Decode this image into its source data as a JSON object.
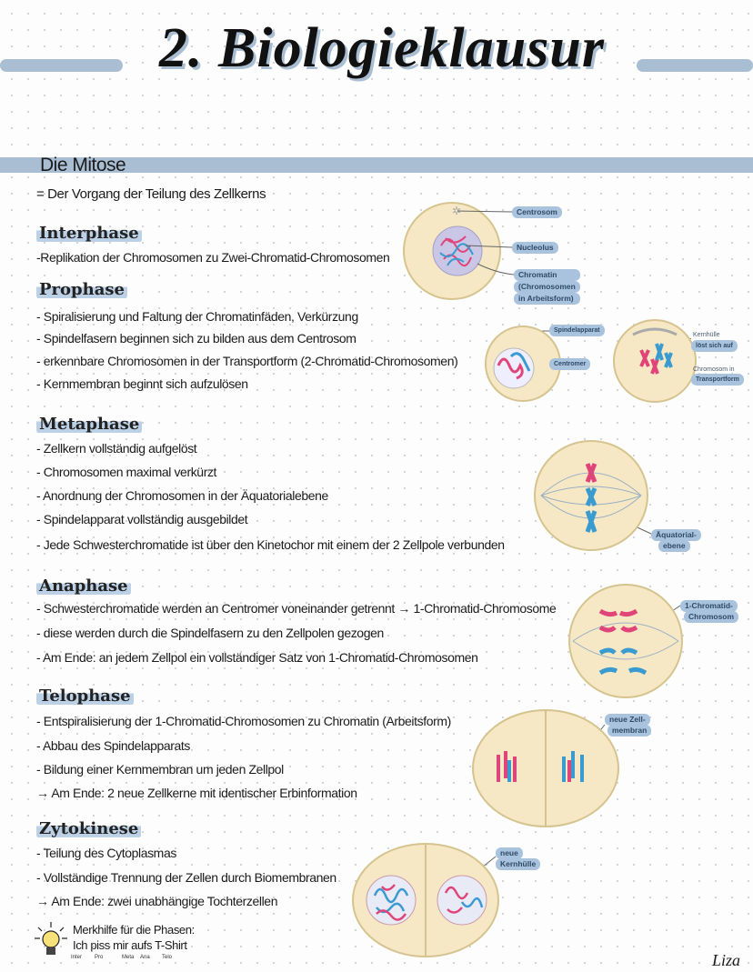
{
  "title": "2. Biologieklausur",
  "topic": "Die Mitose",
  "definition": "= Der Vorgang der Teilung des Zellkerns",
  "sections": [
    {
      "heading": "Interphase",
      "lines": [
        "-Replikation der Chromosomen zu Zwei-Chromatid-Chromosomen"
      ]
    },
    {
      "heading": "Prophase",
      "lines": [
        "- Spiralisierung und Faltung der Chromatinfäden, Verkürzung",
        "- Spindelfasern beginnen sich zu bilden aus dem Centrosom",
        "- erkennbare Chromosomen in der Transportform (2-Chromatid-Chromosomen)",
        "- Kernmembran beginnt sich aufzulösen"
      ]
    },
    {
      "heading": "Metaphase",
      "lines": [
        "- Zellkern vollständig aufgelöst",
        "- Chromosomen maximal verkürzt",
        "- Anordnung der Chromosomen in der Äquatorialebene",
        "- Spindelapparat vollständig ausgebildet",
        "- Jede Schwesterchromatide ist über den Kinetochor mit einem der 2 Zellpole verbunden"
      ]
    },
    {
      "heading": "Anaphase",
      "lines": [
        "- Schwesterchromatide werden an Centromer voneinander getrennt → 1-Chromatid-Chromosome",
        "- diese werden durch die Spindelfasern zu den Zellpolen gezogen",
        "- Am Ende: an jedem Zellpol ein vollständiger Satz von 1-Chromatid-Chromosomen"
      ]
    },
    {
      "heading": "Telophase",
      "lines": [
        "- Entspiralisierung der 1-Chromatid-Chromosomen zu Chromatin (Arbeitsform)",
        "- Abbau des Spindelapparats",
        "- Bildung einer Kernmembran um jeden Zellpol",
        "→ Am Ende: 2 neue Zellkerne mit identischer Erbinformation"
      ]
    },
    {
      "heading": "Zytokinese",
      "lines": [
        "- Teilung des Cytoplasmas",
        "- Vollständige Trennung der Zellen durch Biomembranen",
        "→ Am Ende: zwei unabhängige Tochterzellen"
      ]
    }
  ],
  "mnemonic": {
    "icon": "lightbulb-icon",
    "title": "Merkhilfe für die Phasen:",
    "phrase": "Ich piss mir aufs T-Shirt",
    "hints": [
      "Inter",
      "Pro",
      "Meta",
      "Ana",
      "Telo"
    ]
  },
  "diagram_labels": {
    "centrosom": "Centrosom",
    "nucleolus": "Nucleolus",
    "chromatin": "Chromatin",
    "chromatin_sub1": "(Chromosomen",
    "chromatin_sub2": "in Arbeitsform)",
    "spindelapparat": "Spindelapparat",
    "centromer": "Centromer",
    "kernhuelle1": "Kernhülle",
    "kernhuelle2": "löst sich auf",
    "chromosom1": "Chromosom in",
    "chromosom2": "Transportform",
    "aequatorial1": "Äquatorial-",
    "aequatorial2": "ebene",
    "ein_chromatid1": "1-Chromatid-",
    "ein_chromatid2": "Chromosom",
    "zellmembran1": "neue Zell-",
    "zellmembran2": "membran",
    "kernhuelle_neu1": "neue",
    "kernhuelle_neu2": "Kernhülle"
  },
  "signature": "Liza",
  "colors": {
    "accent": "#a9bdd3",
    "cell": "#f6e8c4",
    "chromosome_red": "#e0457a",
    "chromosome_blue": "#3a9bd0"
  }
}
